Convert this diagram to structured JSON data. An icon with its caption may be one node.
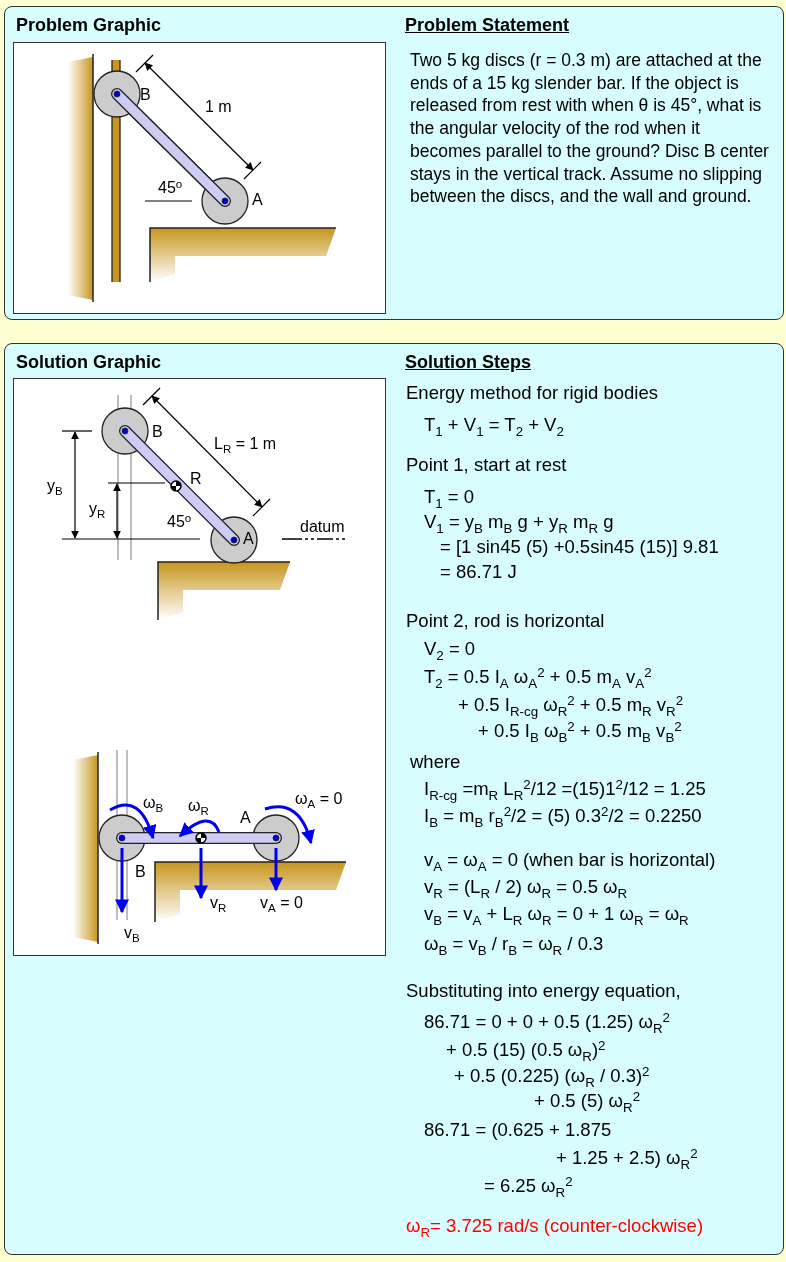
{
  "diagram": {
    "nodes": [
      {
        "text": [
          "Problem Graphic",
          "Problem Statement",
          "Two 5 kg discs (r = 0.3 m) are attached at the ends of a 15 kg slender bar. If the object is released from rest with when θ is 45°, what is the angular velocity of the rod when it becomes parallel to the ground? Disc B center stays in the vertical track. Assume no slipping between the discs, and the wall and ground."
        ]
      },
      {
        "text": [
          "Solution Graphic",
          "Solution Steps"
        ]
      }
    ],
    "labels": [
      "B",
      "1 m",
      "45$^{o}$",
      "A",
      "B",
      "L$_{R}$ = 1 m",
      "R",
      "y$_{B}$",
      "y$_{R}$",
      "45$^{o}$",
      "A",
      "datum",
      "ω$_{B}$",
      "ω$_{R}$",
      "ω$_{A}$ = 0",
      "A",
      "B",
      "v$_{R}$",
      "v$_{A}$ = 0",
      "v$_{B}$",
      "Energy method for rigid bodies",
      "T$_{1}$ + V$_{1}$ = T$_{2}$ + V$_{2}$",
      "Point 1, start at rest",
      "T$_{1}$ = 0",
      "V$_{1}$ = y$_{B}$ m$_{B}$ g + y$_{R}$ m$_{R}$ g",
      "= [1 sin45 (5) +0.5sin45 (15)] 9.81",
      "= 86.71 J",
      "Point 2, rod is horizontal",
      "V$_{2}$ = 0",
      "T$_{2}$ = 0.5 I$_{A}$ ω$_{A}$$^{2}$ + 0.5 m$_{A}$ v$_{A}$$^{2}$",
      "+ 0.5 I$_{R-cg}$ ω$_{R}$$^{2}$ + 0.5 m$_{R}$ v$_{R}$$^{2}$",
      "+ 0.5 I$_{B}$ ω$_{B}$$^{2}$ + 0.5 m$_{B}$ v$_{B}$$^{2}$",
      "where",
      "I$_{R-cg}$ =m$_{R}$ L$_{R}$$^{2}$/12 =(15)1$^{2}$/12 = 1.25",
      "I$_{B}$ = m$_{B}$ r$_{B}$$^{2}$/2 = (5) 0.3$^{2}$/2 = 0.2250",
      "v$_{A}$ = ω$_{A}$ = 0 (when bar is horizontal)",
      "v$_{R}$ = (L$_{R}$ / 2) ω$_{R}$ = 0.5 ω$_{R}$",
      "v$_{B}$ = v$_{A}$ + L$_{R}$ ω$_{R}$ = 0 + 1 ω$_{R}$ = ω$_{R}$",
      "ω$_{B}$ = v$_{B}$ / r$_{B}$ = ω$_{R}$ / 0.3",
      "Substituting into energy equation,",
      "86.71 = 0 + 0 + 0.5 (1.25) ω$_{R}$$^{2}$",
      "+ 0.5 (15) (0.5 ω$_{R}$)$^{2}$",
      "+ 0.5 (0.225) (ω$_{R}$ / 0.3)$^{2}$",
      "+ 0.5 (5) ω$_{R}$$^{2}$",
      "86.71 = (0.625 + 1.875",
      "+ 1.25 + 2.5) ω$_{R}$$^{2}$",
      "= 6.25 ω$_{R}$$^{2}$",
      "ω$_{R}$= 3.725 rad/s (counter-clockwise)"
    ]
  }
}
